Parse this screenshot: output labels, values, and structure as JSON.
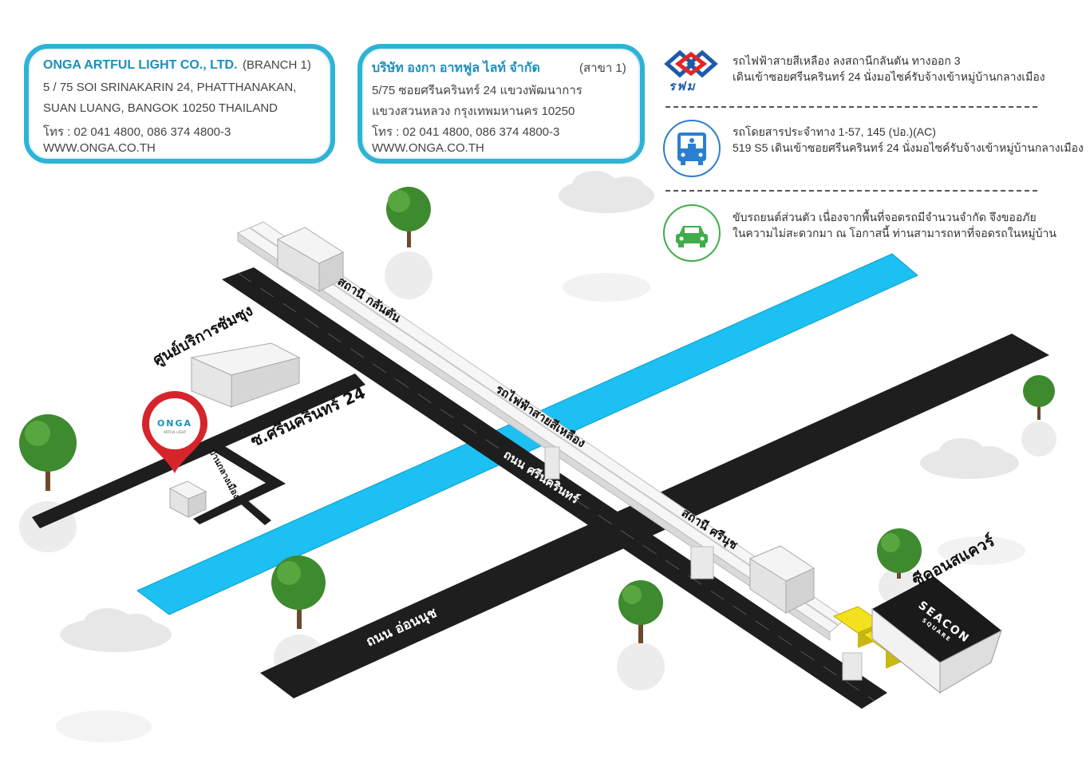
{
  "card_en": {
    "title": "ONGA ARTFUL LIGHT CO., LTD.",
    "branch": "(BRANCH 1)",
    "lines": [
      "5 / 75 SOI SRINAKARIN 24, PHATTHANAKAN,",
      "SUAN LUANG, BANGOK 10250 THAILAND",
      "โทร : 02 041 4800, 086 374 4800-3",
      "WWW.ONGA.CO.TH"
    ]
  },
  "card_th": {
    "title": "บริษัท องกา อาทฟูล ไลท์ จำกัด",
    "branch": "(สาขา 1)",
    "lines": [
      "5/75 ซอยศรีนครินทร์ 24 แขวงพัฒนาการ",
      "แขวงสวนหลวง กรุงเทพมหานคร 10250",
      "โทร : 02 041 4800, 086 374 4800-3",
      "WWW.ONGA.CO.TH"
    ]
  },
  "transport": {
    "train": {
      "logo_text": "รฟม",
      "line1": "รถไฟฟ้าสายสีเหลือง ลงสถานีกลันตัน ทางออก 3",
      "line2": "เดินเข้าซอยศรีนครินทร์ 24 นั่งมอไซค์รับจ้างเข้าหมู่บ้านกลางเมือง",
      "color": "#1f5aa6",
      "accent": "#e32526"
    },
    "bus": {
      "line1": "รถโดยสารประจำทาง 1-57, 145 (ปอ.)(AC)",
      "line2": "519 S5 เดินเข้าซอยศรีนครินทร์ 24 นั่งมอไซค์รับจ้างเข้าหมู่บ้านกลางเมือง",
      "color": "#2b7fd1"
    },
    "car": {
      "line1": "ขับรถยนต์ส่วนตัว เนื่องจากพื้นที่จอดรถมีจำนวนจำกัด จึงขออภัย",
      "line2": "ในความไม่สะดวกมา ณ โอกาสนี้ ท่านสามารถหาที่จอดรถในหมู่บ้าน",
      "color": "#3fae49"
    }
  },
  "map": {
    "colors": {
      "road": "#1e1e1e",
      "canal": "#1cc0f2",
      "rail": "#f1f1f1",
      "pin": "#d6242b",
      "train_car": "#f4e11e"
    },
    "labels": {
      "station_kalantan": "สถานี กลันตัน",
      "yellow_line": "รถไฟฟ้าสายสีเหลือง",
      "srinakarin_road": "ถนน ศรีนครินทร์",
      "station_srinut": "สถานี ศรีนุช",
      "onnut_road": "ถนน อ่อนนุช",
      "soi_srinakarin_24": "ซ.ศรีนครินทร์ 24",
      "service_center": "ศูนย์บริการซัมซุง",
      "village": "บ้านกลางเมือง",
      "seacon": "ซีคอนสแควร์"
    },
    "pin_brand": "ONGA",
    "pin_sub": "ARTFUL LIGHT",
    "mall_logo": "SEACON",
    "mall_logo_sub": "SQUARE"
  }
}
